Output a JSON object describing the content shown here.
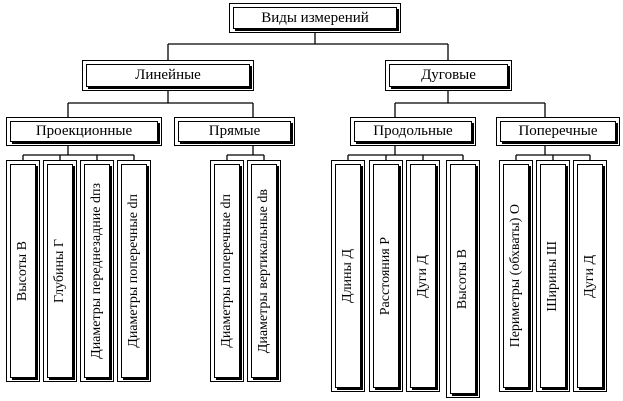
{
  "root": {
    "label": "Виды измерений"
  },
  "groups": {
    "linear": {
      "label": "Линейные"
    },
    "arc": {
      "label": "Дуговые"
    }
  },
  "categories": {
    "projection": {
      "label": "Проекционные"
    },
    "straight": {
      "label": "Прямые"
    },
    "longitudinal": {
      "label": "Продольные"
    },
    "transverse": {
      "label": "Поперечные"
    }
  },
  "leaves": {
    "projection": [
      "Высоты В",
      "Глубины Г",
      "Диаметры переднезадние dпз",
      "Диаметры поперечные dп"
    ],
    "straight": [
      "Диаметры поперечные dп",
      "Диаметры вертикальные dв"
    ],
    "longitudinal": [
      "Длины Д",
      "Расстояния Р",
      "Дуги Д",
      "Высоты В"
    ],
    "transverse": [
      "Периметры (обхваты) О",
      "Ширины Ш",
      "Дуги Д"
    ]
  }
}
